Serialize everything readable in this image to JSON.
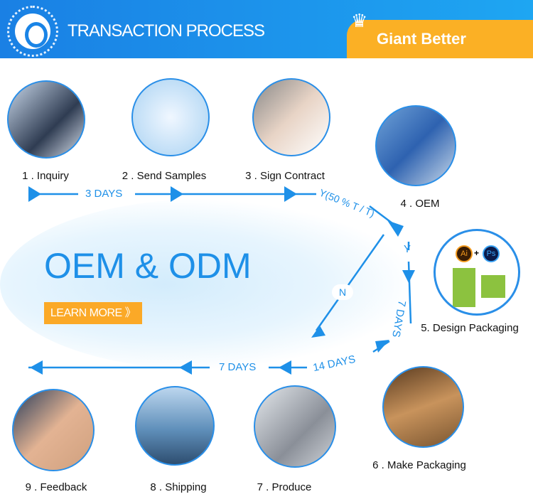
{
  "header": {
    "title": "TRANSACTION PROCESS",
    "brand": "Giant Better"
  },
  "hero": {
    "title": "OEM & ODM",
    "button": "LEARN MORE 》"
  },
  "steps": [
    {
      "label": "1 . Inquiry"
    },
    {
      "label": "2 . Send Samples"
    },
    {
      "label": "3 . Sign Contract"
    },
    {
      "label": "4 . OEM"
    },
    {
      "label": "5.  Design Packaging"
    },
    {
      "label": "6 . Make Packaging"
    },
    {
      "label": "7 . Produce"
    },
    {
      "label": "8 . Shipping"
    },
    {
      "label": "9 . Feedback"
    }
  ],
  "flow": {
    "d3": "3 DAYS",
    "y50": "Y(50 % T / T)",
    "y": "Y",
    "n": "N",
    "d7a": "7 DAYS",
    "d14": "14 DAYS",
    "d7b": "7 DAYS"
  },
  "packaging_icons": {
    "ai": "Ai",
    "ps": "Ps"
  },
  "colors": {
    "blue": "#1e90e8",
    "orange": "#fbb025"
  }
}
